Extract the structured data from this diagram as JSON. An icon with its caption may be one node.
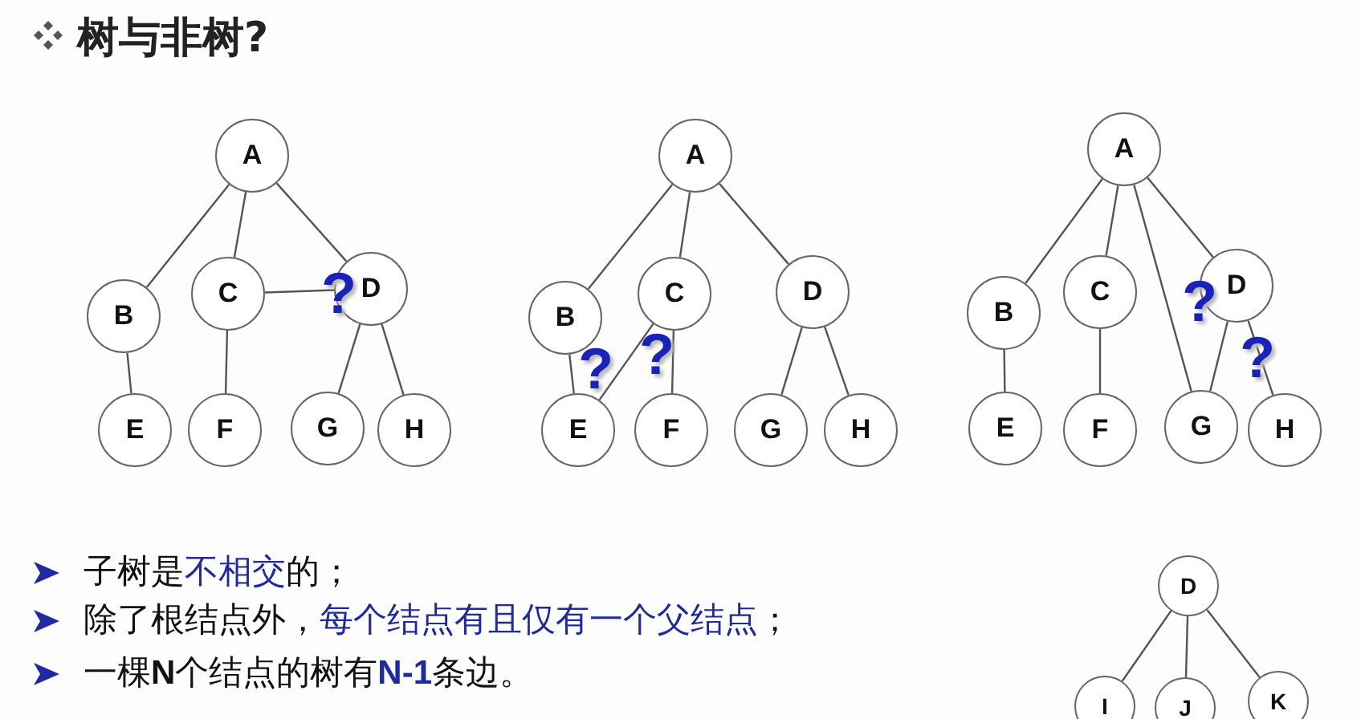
{
  "diagram": {
    "title": "树与非树?",
    "nodes": [
      {
        "text": [
          "A"
        ]
      },
      {
        "text": [
          "B"
        ]
      },
      {
        "text": [
          "C"
        ]
      },
      {
        "text": [
          "D"
        ]
      },
      {
        "text": [
          "E"
        ]
      },
      {
        "text": [
          "F"
        ]
      },
      {
        "text": [
          "G"
        ]
      },
      {
        "text": [
          "H"
        ]
      },
      {
        "text": [
          "A"
        ]
      },
      {
        "text": [
          "B"
        ]
      },
      {
        "text": [
          "C"
        ]
      },
      {
        "text": [
          "D"
        ]
      },
      {
        "text": [
          "E"
        ]
      },
      {
        "text": [
          "F"
        ]
      },
      {
        "text": [
          "G"
        ]
      },
      {
        "text": [
          "H"
        ]
      },
      {
        "text": [
          "A"
        ]
      },
      {
        "text": [
          "B"
        ]
      },
      {
        "text": [
          "C"
        ]
      },
      {
        "text": [
          "D"
        ]
      },
      {
        "text": [
          "E"
        ]
      },
      {
        "text": [
          "F"
        ]
      },
      {
        "text": [
          "G"
        ]
      },
      {
        "text": [
          "H"
        ]
      },
      {
        "text": [
          "D"
        ]
      },
      {
        "text": [
          "I"
        ]
      },
      {
        "text": [
          "J"
        ]
      },
      {
        "text": [
          "K"
        ]
      }
    ],
    "edges": [
      {
        "from": 0,
        "to": 1,
        "arrow": "none"
      },
      {
        "from": 0,
        "to": 2,
        "arrow": "none"
      },
      {
        "from": 0,
        "to": 3,
        "arrow": "none"
      },
      {
        "from": 1,
        "to": 4,
        "arrow": "none"
      },
      {
        "from": 2,
        "to": 5,
        "arrow": "none"
      },
      {
        "from": 2,
        "to": 3,
        "arrow": "none"
      },
      {
        "from": 3,
        "to": 6,
        "arrow": "none"
      },
      {
        "from": 3,
        "to": 7,
        "arrow": "none"
      },
      {
        "from": 8,
        "to": 9,
        "arrow": "none"
      },
      {
        "from": 8,
        "to": 10,
        "arrow": "none"
      },
      {
        "from": 8,
        "to": 11,
        "arrow": "none"
      },
      {
        "from": 9,
        "to": 12,
        "arrow": "none"
      },
      {
        "from": 10,
        "to": 12,
        "arrow": "none"
      },
      {
        "from": 10,
        "to": 13,
        "arrow": "none"
      },
      {
        "from": 11,
        "to": 14,
        "arrow": "none"
      },
      {
        "from": 11,
        "to": 15,
        "arrow": "none"
      },
      {
        "from": 16,
        "to": 17,
        "arrow": "none"
      },
      {
        "from": 16,
        "to": 18,
        "arrow": "none"
      },
      {
        "from": 16,
        "to": 22,
        "arrow": "none"
      },
      {
        "from": 16,
        "to": 19,
        "arrow": "none"
      },
      {
        "from": 17,
        "to": 20,
        "arrow": "none"
      },
      {
        "from": 18,
        "to": 21,
        "arrow": "none"
      },
      {
        "from": 19,
        "to": 22,
        "arrow": "none"
      },
      {
        "from": 19,
        "to": 23,
        "arrow": "none"
      },
      {
        "from": 24,
        "to": 25,
        "arrow": "none"
      },
      {
        "from": 24,
        "to": 26,
        "arrow": "none"
      },
      {
        "from": 24,
        "to": 27,
        "arrow": "none"
      }
    ],
    "labels": [
      "?",
      "?",
      "?",
      "?",
      "?",
      "子树是**不相交**的；",
      "除了根结点外，**每个结点有且仅有一个父结点**；",
      "一棵**N**个结点的树有**N-1**条边。"
    ]
  }
}
